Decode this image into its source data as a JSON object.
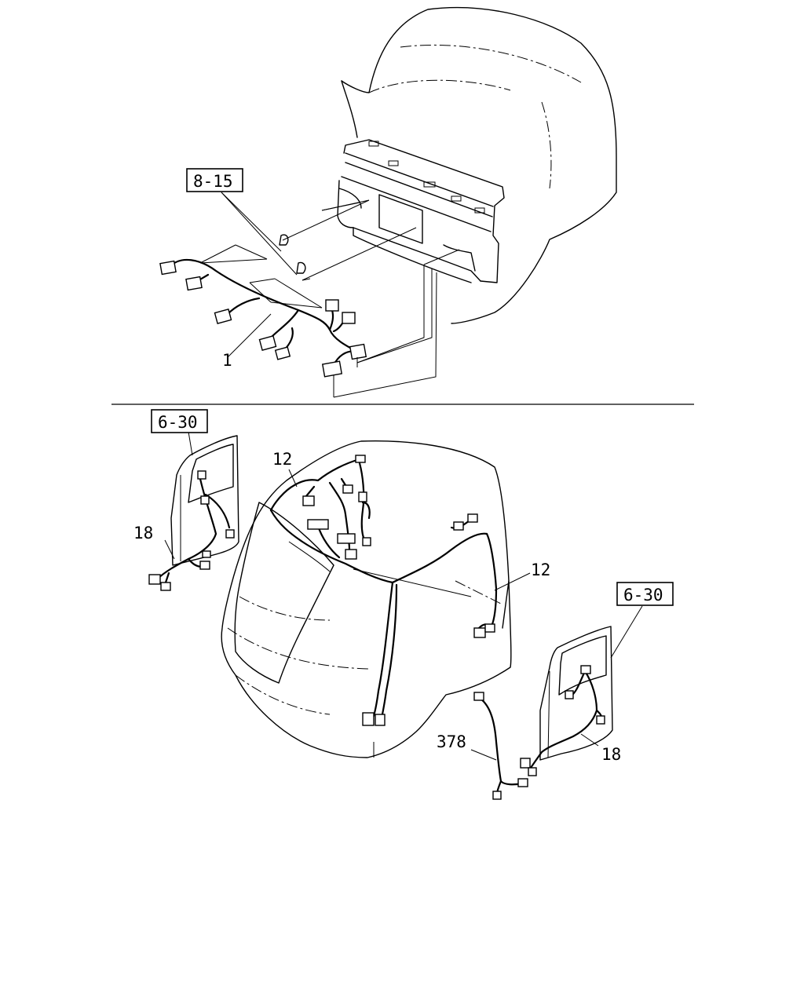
{
  "callouts": {
    "ref_top": "8-15",
    "ref_left": "6-30",
    "ref_right": "6-30",
    "part_1": "1",
    "part_12a": "12",
    "part_12b": "12",
    "part_18a": "18",
    "part_18b": "18",
    "part_378": "378"
  }
}
